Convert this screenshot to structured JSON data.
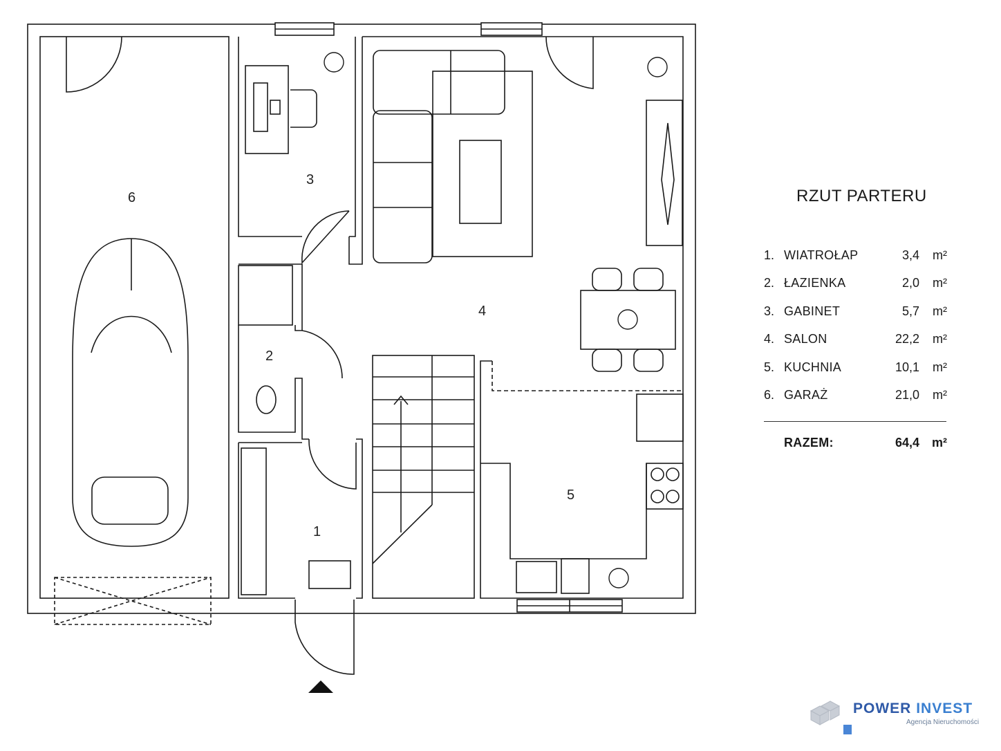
{
  "plan": {
    "title": "RZUT PARTERU",
    "room_labels": [
      "1",
      "2",
      "3",
      "4",
      "5",
      "6"
    ]
  },
  "rooms": [
    {
      "no": "1.",
      "name": "WIATROŁAP",
      "area": "3,4",
      "unit": "m²"
    },
    {
      "no": "2.",
      "name": "ŁAZIENKA",
      "area": "2,0",
      "unit": "m²"
    },
    {
      "no": "3.",
      "name": "GABINET",
      "area": "5,7",
      "unit": "m²"
    },
    {
      "no": "4.",
      "name": "SALON",
      "area": "22,2",
      "unit": "m²"
    },
    {
      "no": "5.",
      "name": "KUCHNIA",
      "area": "10,1",
      "unit": "m²"
    },
    {
      "no": "6.",
      "name": "GARAŻ",
      "area": "21,0",
      "unit": "m²"
    }
  ],
  "total": {
    "label": "RAZEM:",
    "area": "64,4",
    "unit": "m²"
  },
  "brand": {
    "name_part1": "POWER",
    "name_part2": "INVEST",
    "tagline": "Agencja Nieruchomości"
  },
  "colors": {
    "wall": "#1a1a1a",
    "brand_blue": "#2f5aa8"
  }
}
